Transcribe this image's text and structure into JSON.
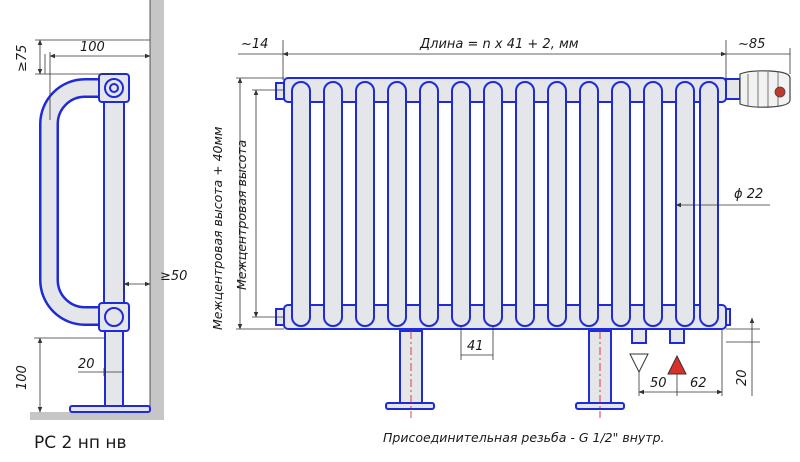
{
  "side_view": {
    "caption": "РС 2 нп нв",
    "dims": {
      "top_clearance": "≥75",
      "depth": "100",
      "wall_gap": "≥50",
      "bracket": "20",
      "floor_height": "100"
    }
  },
  "front_view": {
    "dims": {
      "length": "Длина = n x 41 + 2, мм",
      "left_offset": "~14",
      "right_offset": "~85",
      "tube_diameter": "ϕ 22",
      "section_pitch": "41",
      "inlet_spacing": "50",
      "outlet_offset": "62",
      "bottom_height": "20",
      "center_height": "Межцентровая высота",
      "center_height_plus": "Межцентровая высота + 40мм"
    }
  },
  "note": "Присоединительная резьба - G 1/2\" внутр.",
  "colors": {
    "outline": "#1f2bd6",
    "fill": "#e4e6ea",
    "wall": "#c6c6c6",
    "marker": "#d9312a"
  }
}
